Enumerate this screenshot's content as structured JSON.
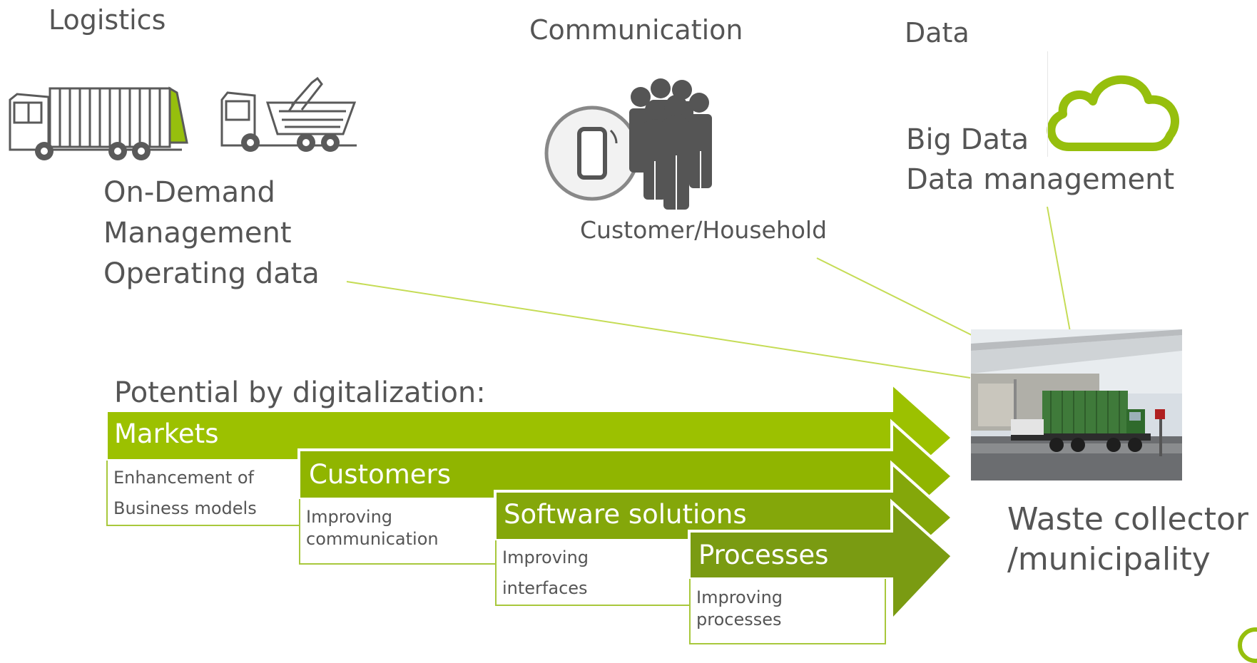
{
  "colors": {
    "accent_green": "#96bf0d",
    "line_green": "#b5d334",
    "text_gray": "#555555",
    "truck_gray": "#5a5a5a"
  },
  "logistics": {
    "heading": "Logistics",
    "lines": [
      "On-Demand",
      "Management",
      "Operating data"
    ]
  },
  "communication": {
    "heading": "Communication",
    "caption": "Customer/Household",
    "icons": [
      "smartphone-icon",
      "people-group-icon"
    ]
  },
  "data": {
    "heading": "Data",
    "lines": [
      "Big Data",
      "Data management"
    ],
    "icons": [
      "cloud-icon"
    ]
  },
  "potential": {
    "heading": "Potential by digitalization:",
    "arrows": [
      {
        "title": "Markets",
        "description": [
          "Enhancement of",
          "Business models"
        ],
        "color": "#9cc100"
      },
      {
        "title": "Customers",
        "description": [
          "Improving",
          "communication"
        ],
        "color": "#90b500"
      },
      {
        "title": "Software solutions",
        "description": [
          "Improving",
          "interfaces"
        ],
        "color": "#84a70a"
      },
      {
        "title": "Processes",
        "description": [
          "Improving",
          "processes"
        ],
        "color": "#7a9b12"
      }
    ]
  },
  "collector": {
    "lines": [
      "Waste collector",
      "/municipality"
    ],
    "photo": "waste-truck-at-depot-photo"
  }
}
